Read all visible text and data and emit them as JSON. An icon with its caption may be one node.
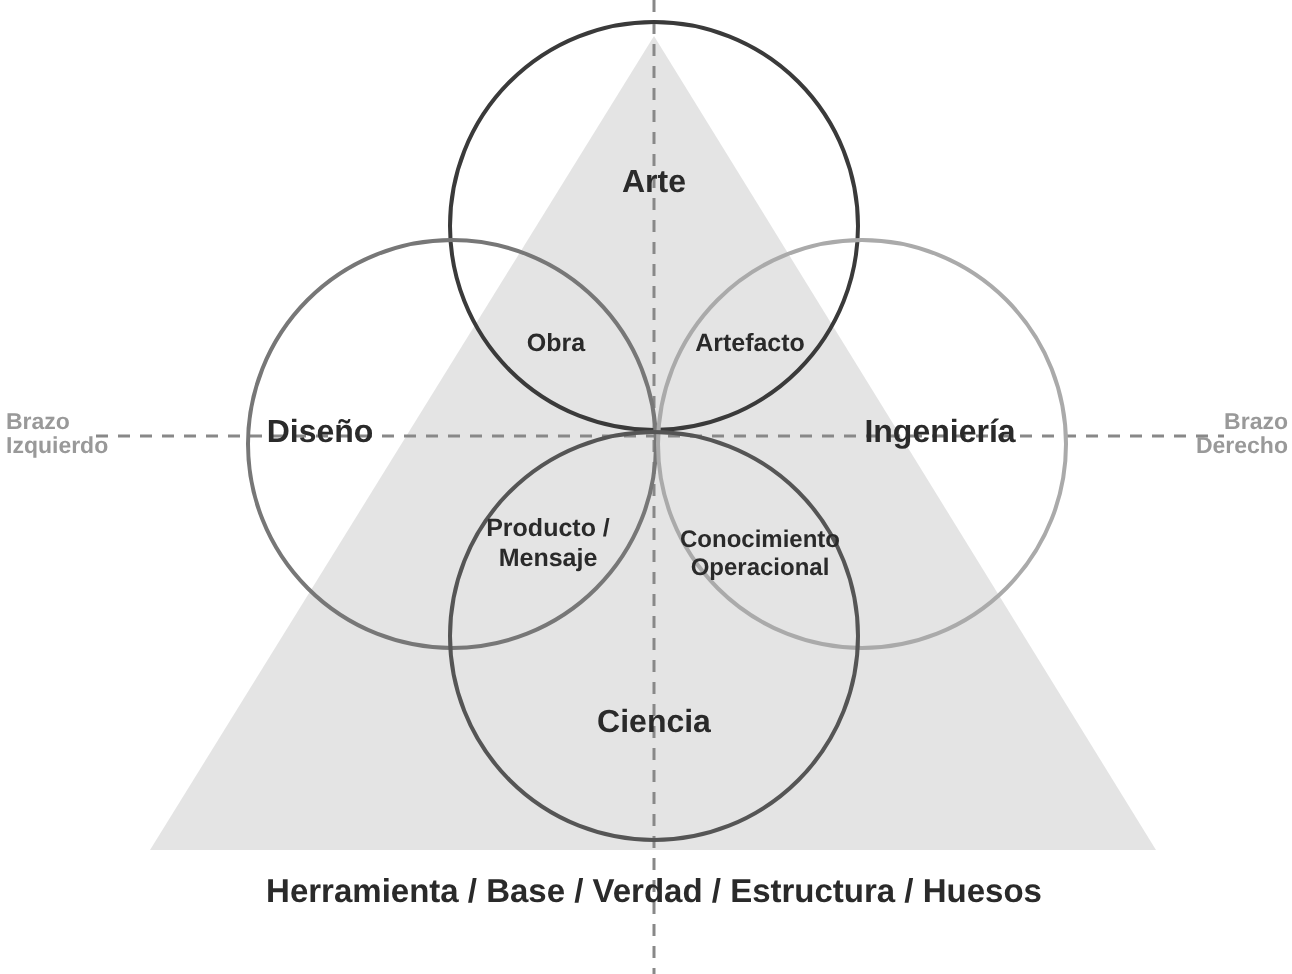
{
  "diagram": {
    "nodes": [
      {
        "text": [
          "Arte"
        ]
      },
      {
        "text": [
          "Diseño"
        ]
      },
      {
        "text": [
          "Ingeniería"
        ]
      },
      {
        "text": [
          "Ciencia"
        ]
      }
    ],
    "labels": [
      "Brazo Izquierdo",
      "Obra",
      "Artefacto",
      "Brazo Derecho",
      "Producto / Mensaje",
      "Conocimiento Operacional",
      "Herramienta / Base / Verdad / Estructura / Huesos"
    ]
  }
}
